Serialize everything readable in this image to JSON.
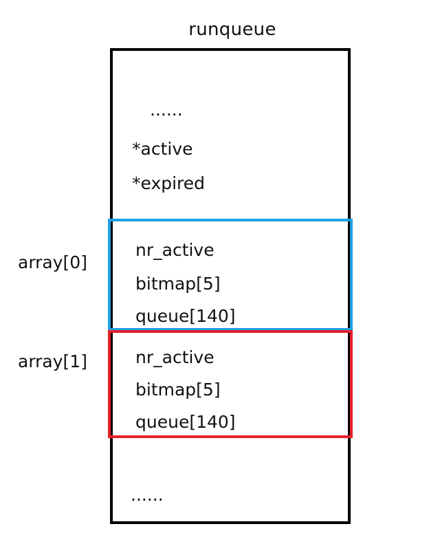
{
  "title": "runqueue",
  "outer": {
    "ellipsis_top": "......",
    "fields": [
      "*active",
      "*expired"
    ],
    "ellipsis_bottom": "......"
  },
  "arrays": [
    {
      "label": "array[0]",
      "border_color": "#1da1e6",
      "fields": [
        "nr_active",
        "bitmap[5]",
        "queue[140]"
      ]
    },
    {
      "label": "array[1]",
      "border_color": "#e8202a",
      "fields": [
        "nr_active",
        "bitmap[5]",
        "queue[140]"
      ]
    }
  ],
  "colors": {
    "outer_border": "#000000",
    "text": "#111111",
    "background": "#ffffff"
  }
}
